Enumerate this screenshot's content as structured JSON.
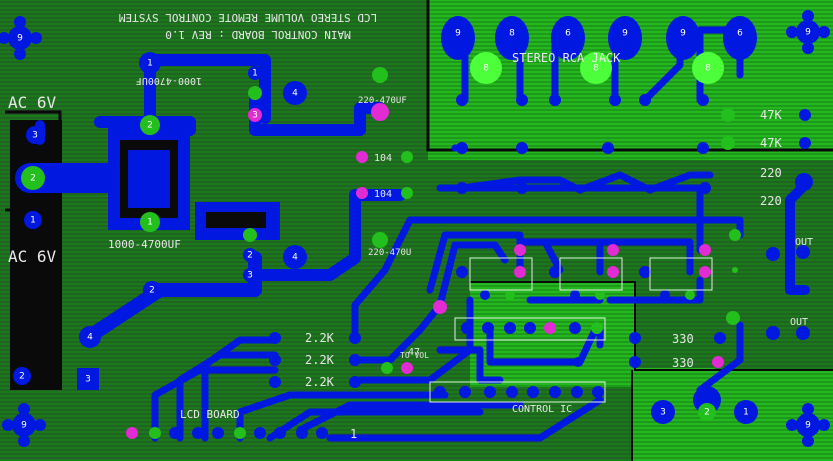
{
  "board": {
    "title_line1": "LCD STEREO VOLUME REMOTE CONTROL SYSTEM",
    "title_line2": "MAIN CONTROL BOARD : REV 1.0"
  },
  "labels": {
    "ac_top": "AC 6V",
    "ac_bottom": "AC 6V",
    "cap_top": "1000-4700UF",
    "cap_mid": "1000-4700UF",
    "cap_right": "220-470UF",
    "cap_right2": "220-470U",
    "cap_104a": "104",
    "cap_104b": "104",
    "stereo": "STEREO RCA JACK",
    "r47k_1": "47K",
    "r47k_2": "47K",
    "r220_1": "220",
    "r220_2": "220",
    "r22k_1": "2.2K",
    "r22k_2": "2.2K",
    "r22k_3": "2.2K",
    "r330_1": "330",
    "r330_2": "330",
    "control_ic": "CONTROL IC",
    "lcd_board": "LCD BOARD",
    "to_vol": "TO VOL",
    "out_1": "OUT",
    "out_2": "OUT",
    "r47": "47",
    "pin_one": "1"
  },
  "colors": {
    "copper": "#0018e0",
    "ground_fill": "#0a8a0a",
    "ground_hatch": "#2a2a2a",
    "silk": "#e8e8e8",
    "pad_green": "#23c01d",
    "pad_bright_green": "#4cff3a",
    "pad_magenta": "#e22bd2",
    "background": "#0a0a0a"
  }
}
